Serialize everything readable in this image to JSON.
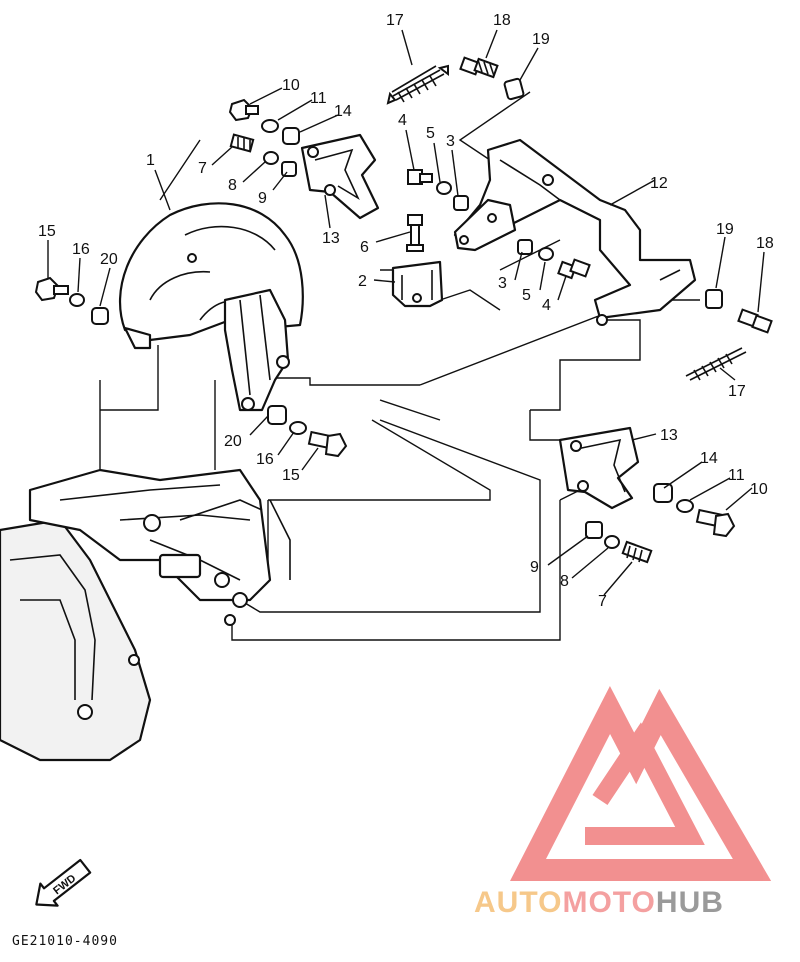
{
  "diagram": {
    "callouts": [
      {
        "id": "c17a",
        "text": "17"
      },
      {
        "id": "c18a",
        "text": "18"
      },
      {
        "id": "c19a",
        "text": "19"
      },
      {
        "id": "c10a",
        "text": "10"
      },
      {
        "id": "c11a",
        "text": "11"
      },
      {
        "id": "c14a",
        "text": "14"
      },
      {
        "id": "c4a",
        "text": "4"
      },
      {
        "id": "c5a",
        "text": "5"
      },
      {
        "id": "c3a",
        "text": "3"
      },
      {
        "id": "c1",
        "text": "1"
      },
      {
        "id": "c7a",
        "text": "7"
      },
      {
        "id": "c8a",
        "text": "8"
      },
      {
        "id": "c9a",
        "text": "9"
      },
      {
        "id": "c13a",
        "text": "13"
      },
      {
        "id": "c12",
        "text": "12"
      },
      {
        "id": "c15a",
        "text": "15"
      },
      {
        "id": "c16a",
        "text": "16"
      },
      {
        "id": "c20a",
        "text": "20"
      },
      {
        "id": "c6",
        "text": "6"
      },
      {
        "id": "c2",
        "text": "2"
      },
      {
        "id": "c3b",
        "text": "3"
      },
      {
        "id": "c5b",
        "text": "5"
      },
      {
        "id": "c4b",
        "text": "4"
      },
      {
        "id": "c19b",
        "text": "19"
      },
      {
        "id": "c18b",
        "text": "18"
      },
      {
        "id": "c17b",
        "text": "17"
      },
      {
        "id": "c20b",
        "text": "20"
      },
      {
        "id": "c16b",
        "text": "16"
      },
      {
        "id": "c15b",
        "text": "15"
      },
      {
        "id": "c13b",
        "text": "13"
      },
      {
        "id": "c14b",
        "text": "14"
      },
      {
        "id": "c11b",
        "text": "11"
      },
      {
        "id": "c10b",
        "text": "10"
      },
      {
        "id": "c9b",
        "text": "9"
      },
      {
        "id": "c8b",
        "text": "8"
      },
      {
        "id": "c7b",
        "text": "7"
      }
    ],
    "fwd_label": "FWD",
    "drawing_code": "GE21010-4090"
  },
  "watermark": {
    "word_part1": "AUTO",
    "word_part2": "MOTO",
    "word_part3": "HUB",
    "color_auto": "#f6c88a",
    "color_moto": "#f4a0a0",
    "color_hub": "#9a9a9a",
    "color_triangle": "#f28b8b"
  }
}
